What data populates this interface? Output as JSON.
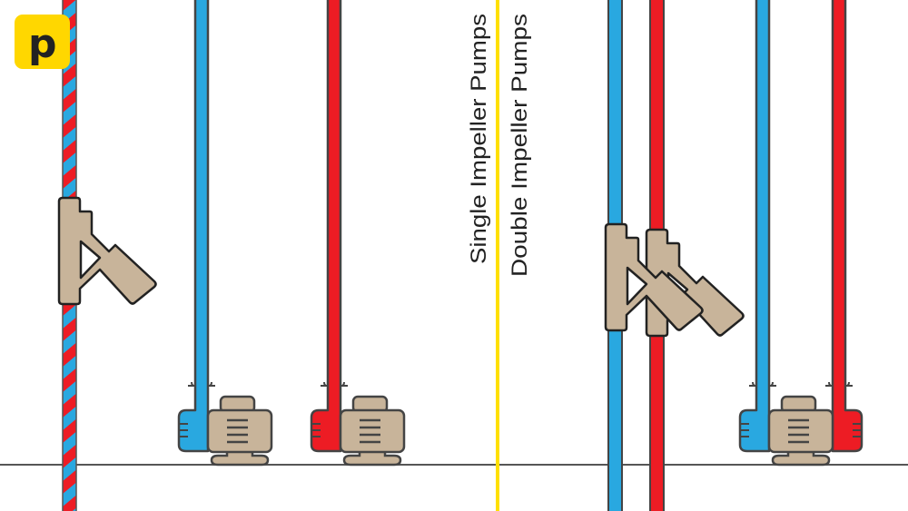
{
  "labels": {
    "single": "Single Impeller Pumps",
    "double": "Double Impeller Pumps"
  },
  "logo": {
    "letter": "p"
  },
  "colors": {
    "cold": "#29A8E0",
    "hot": "#ED1C24",
    "fitting": "#C8B49A",
    "divider": "#FFE000",
    "outline": "#333333"
  }
}
